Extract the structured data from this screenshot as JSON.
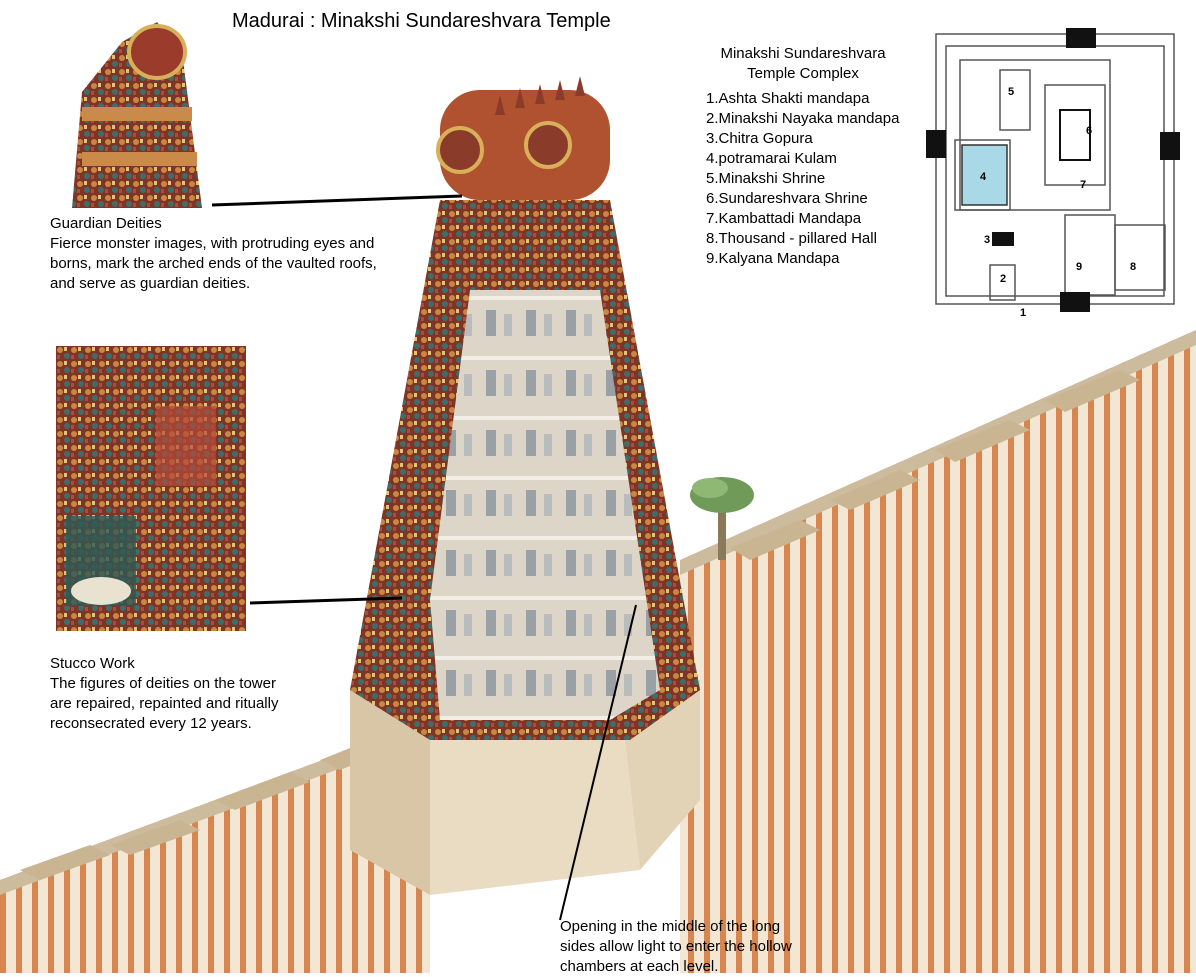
{
  "title": "Madurai : Minakshi Sundareshvara Temple",
  "guardian": {
    "heading": "Guardian Deities",
    "lines": [
      "Fierce monster images, with protruding eyes and",
      "borns, mark the arched ends of the vaulted roofs,",
      "and serve as guardian deities."
    ]
  },
  "stucco": {
    "heading": "Stucco Work",
    "lines": [
      "The figures of deities on the tower",
      "are repaired, repainted and ritually",
      "reconsecrated every 12 years."
    ]
  },
  "opening": {
    "lines": [
      "Opening in the middle of the long",
      "sides allow light to enter the hollow",
      "chambers at each level."
    ]
  },
  "plan": {
    "title_lines": [
      "Minakshi Sundareshvara",
      "Temple Complex"
    ],
    "items": [
      "1.Ashta Shakti mandapa",
      "2.Minakshi Nayaka mandapa",
      "3.Chitra Gopura",
      "4.potramarai Kulam",
      "5.Minakshi Shrine",
      "6.Sundareshvara Shrine",
      "7.Kambattadi Mandapa",
      "8.Thousand - pillared Hall",
      "9.Kalyana Mandapa"
    ],
    "numbers": [
      "1",
      "2",
      "3",
      "4",
      "5",
      "6",
      "7",
      "8",
      "9"
    ]
  },
  "colors": {
    "tower_stone": "#d9cbb0",
    "stucco": "#8a3b2a",
    "wall_stripe": "#d9854f",
    "wall_base": "#efe3cf",
    "tank_water": "#a9d8e6"
  }
}
